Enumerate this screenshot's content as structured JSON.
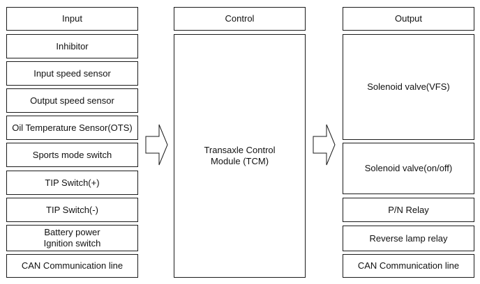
{
  "columns": {
    "input": {
      "header": "Input",
      "items": [
        "Inhibitor",
        "Input speed sensor",
        "Output speed sensor",
        "Oil Temperature Sensor(OTS)",
        "Sports mode switch",
        "TIP Switch(+)",
        "TIP Switch(-)",
        "Battery power\nIgnition switch",
        "CAN Communication line"
      ]
    },
    "control": {
      "header": "Control",
      "module": "Transaxle Control\nModule (TCM)"
    },
    "output": {
      "header": "Output",
      "items": [
        "Solenoid valve(VFS)",
        "Solenoid valve(on/off)",
        "P/N Relay",
        "Reverse lamp relay",
        "CAN Communication line"
      ]
    }
  },
  "colors": {
    "border": "#1a1a1a",
    "background": "#ffffff",
    "text": "#111111"
  }
}
